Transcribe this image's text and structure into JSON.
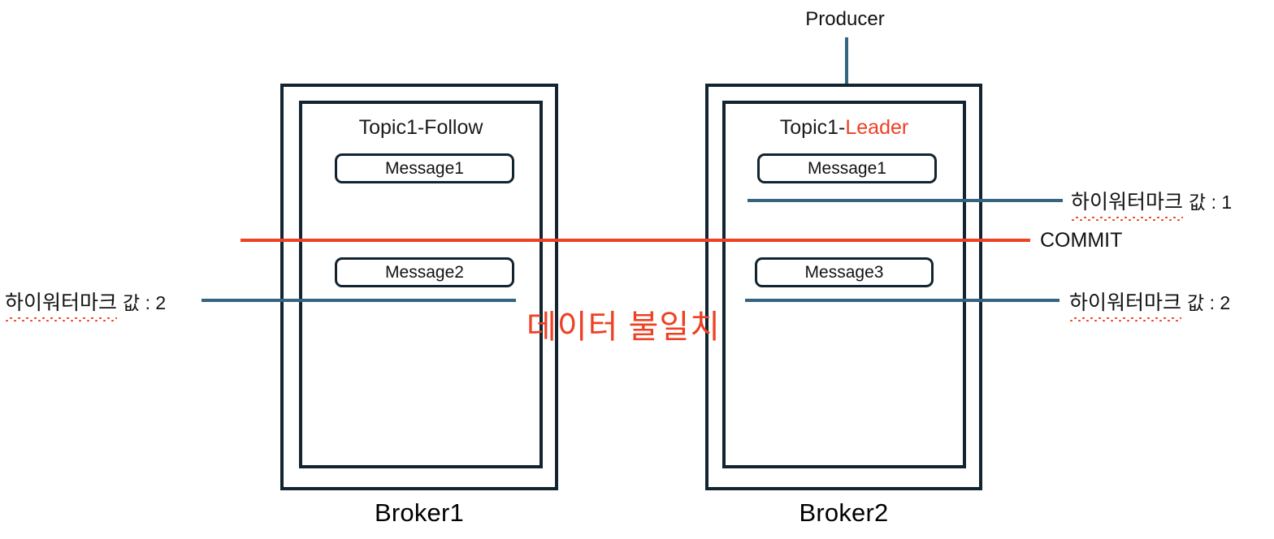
{
  "diagram": {
    "title_text_color": "#111111",
    "accent_color": "#EE4023",
    "line_color": "#336480",
    "frame_color": "#12242F",
    "producer": {
      "label": "Producer"
    },
    "brokers": [
      {
        "id": "broker1",
        "label": "Broker1",
        "topic": {
          "name_prefix": "Topic1-",
          "role": "Follow",
          "role_is_accent": false
        },
        "messages": [
          "Message1",
          "Message2"
        ]
      },
      {
        "id": "broker2",
        "label": "Broker2",
        "topic": {
          "name_prefix": "Topic1-",
          "role": "Leader",
          "role_is_accent": true
        },
        "messages": [
          "Message1",
          "Message3"
        ]
      }
    ],
    "annotations": {
      "left_highwatermark": {
        "korean": "하이워터마크",
        "suffix": "값 : 2"
      },
      "right_highwatermark_upper": {
        "korean": "하이워터마크",
        "suffix": "값 : 1"
      },
      "right_highwatermark_lower": {
        "korean": "하이워터마크",
        "suffix": "값 : 2"
      },
      "commit_label": "COMMIT",
      "mismatch_label": "데이터 불일치"
    }
  }
}
